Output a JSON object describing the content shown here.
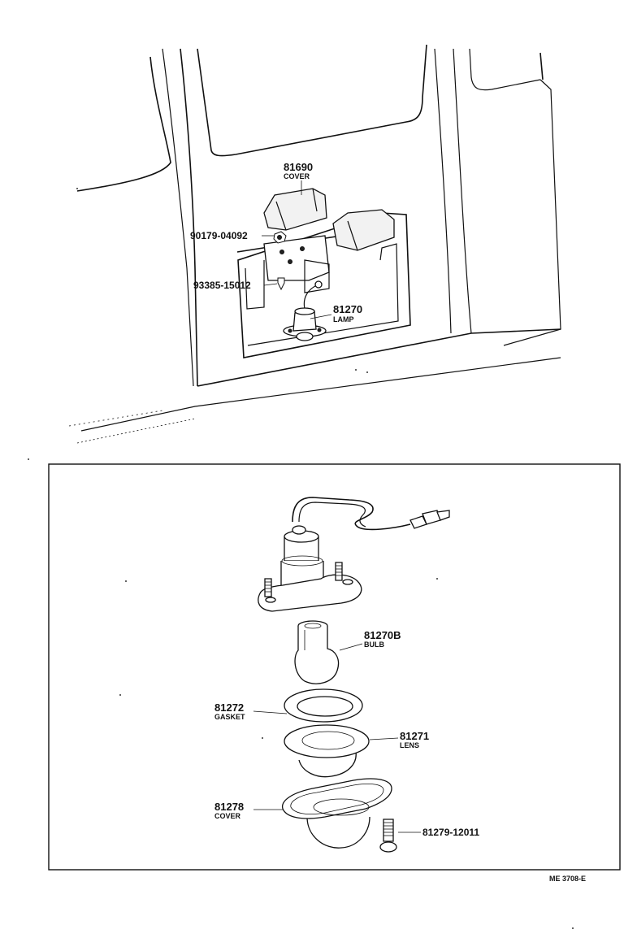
{
  "top_view": {
    "labels": [
      {
        "id": "cover",
        "part_no": "81690",
        "name": "COVER"
      },
      {
        "id": "nut",
        "part_no": "90179-04092",
        "name": ""
      },
      {
        "id": "bulb-small",
        "part_no": "93385-15012",
        "name": ""
      },
      {
        "id": "lamp",
        "part_no": "81270",
        "name": "LAMP"
      }
    ]
  },
  "detail_view": {
    "labels": [
      {
        "id": "bulb",
        "part_no": "81270B",
        "name": "BULB"
      },
      {
        "id": "gasket",
        "part_no": "81272",
        "name": "GASKET"
      },
      {
        "id": "lens",
        "part_no": "81271",
        "name": "LENS"
      },
      {
        "id": "cover",
        "part_no": "81278",
        "name": "COVER"
      },
      {
        "id": "screw",
        "part_no": "81279-12011",
        "name": ""
      }
    ]
  },
  "figure_code": "ME 3708-E"
}
